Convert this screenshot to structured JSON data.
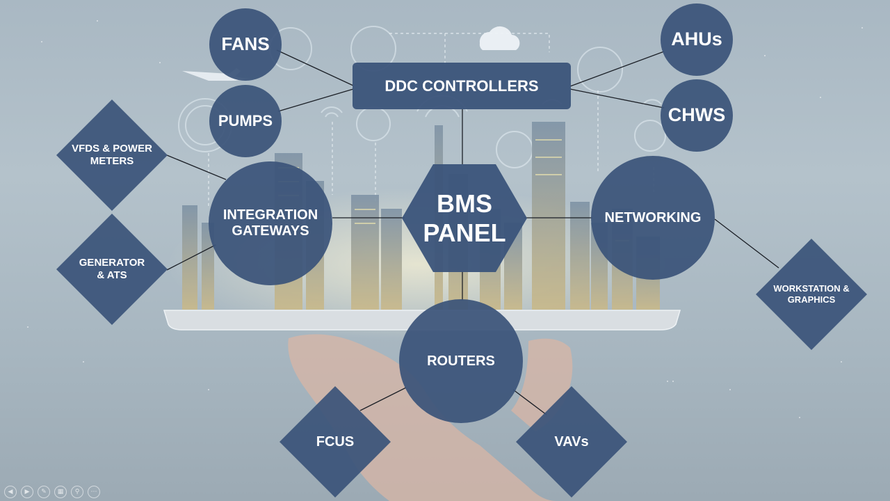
{
  "diagram": {
    "center": {
      "label": "BMS\nPANEL"
    },
    "controllers": {
      "label": "DDC CONTROLLERS"
    },
    "fans": {
      "label": "FANS"
    },
    "pumps": {
      "label": "PUMPS"
    },
    "ahus": {
      "label": "AHUs"
    },
    "chws": {
      "label": "CHWS"
    },
    "integration": {
      "label": "INTEGRATION\nGATEWAYS"
    },
    "networking": {
      "label": "NETWORKING"
    },
    "routers": {
      "label": "ROUTERS"
    },
    "vfds": {
      "label": "VFDS & POWER\nMETERS"
    },
    "generator": {
      "label": "GENERATOR\n& ATS"
    },
    "workstation": {
      "label": "WORKSTATION &\nGRAPHICS"
    },
    "fcus": {
      "label": "FCUS"
    },
    "vavs": {
      "label": "VAVs"
    }
  },
  "colors": {
    "node_fill": "#3b547a",
    "background": "#aab9c3",
    "connector": "#1b1f26"
  },
  "player_controls": {
    "icons": [
      "prev-icon",
      "next-icon",
      "pen-icon",
      "slides-icon",
      "zoom-icon",
      "more-icon"
    ]
  }
}
